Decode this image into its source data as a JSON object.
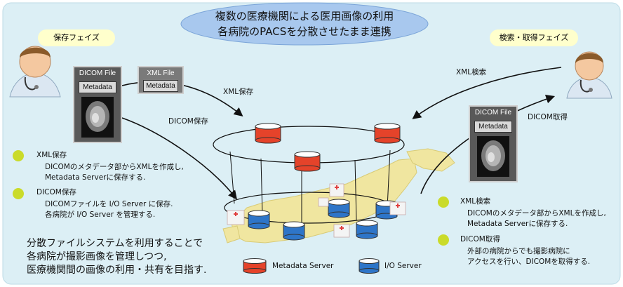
{
  "title": {
    "line1": "複数の医療機関による医用画像の利用",
    "line2": "各病院のPACSを分散させたまま連携"
  },
  "phases": {
    "store": "保存フェイズ",
    "search": "検索・取得フェイズ"
  },
  "cards": {
    "dicom_file_label": "DICOM File",
    "xml_file_label": "XML File",
    "metadata_label": "Metadata"
  },
  "arrows": {
    "xml_store": "XML保存",
    "dicom_store": "DICOM保存",
    "xml_search": "XML検索",
    "dicom_get": "DICOM取得"
  },
  "left_notes": [
    {
      "head": "XML保存",
      "line1": "DICOMのメタデータ部からXMLを作成し,",
      "line2": "Metadata Serverに保存する."
    },
    {
      "head": "DICOM保存",
      "line1": "DICOMファイルを I/O Server に保存.",
      "line2": "各病院が I/O Server を管理する."
    }
  ],
  "right_notes": [
    {
      "head": "XML検索",
      "line1": "DICOMのメタデータ部からXMLを作成し,",
      "line2": "Metadata Serverに保存する."
    },
    {
      "head": "DICOM取得",
      "line1": "外部の病院からでも撮影病院に",
      "line2": "アクセスを行い、DICOMを取得する."
    }
  ],
  "summary": {
    "line1": "分散ファイルシステムを利用することで",
    "line2": "各病院が撮影画像を管理しつつ,",
    "line3": "医療機関間の画像の利用・共有を目指す."
  },
  "legend": {
    "metadata_server": "Metadata Server",
    "io_server": "I/O Server"
  },
  "colors": {
    "background": "#dceff5",
    "title_ellipse": "#a8c8ee",
    "phase_pill": "#ffffcc",
    "bullet": "#cadb2a",
    "metadata_server": "#e5432a",
    "io_server": "#2e75c8",
    "card": "#595959"
  },
  "icons": [
    "doctor-icon",
    "brain-scan-icon",
    "japan-map-icon",
    "hospital-icon",
    "server-icon"
  ]
}
